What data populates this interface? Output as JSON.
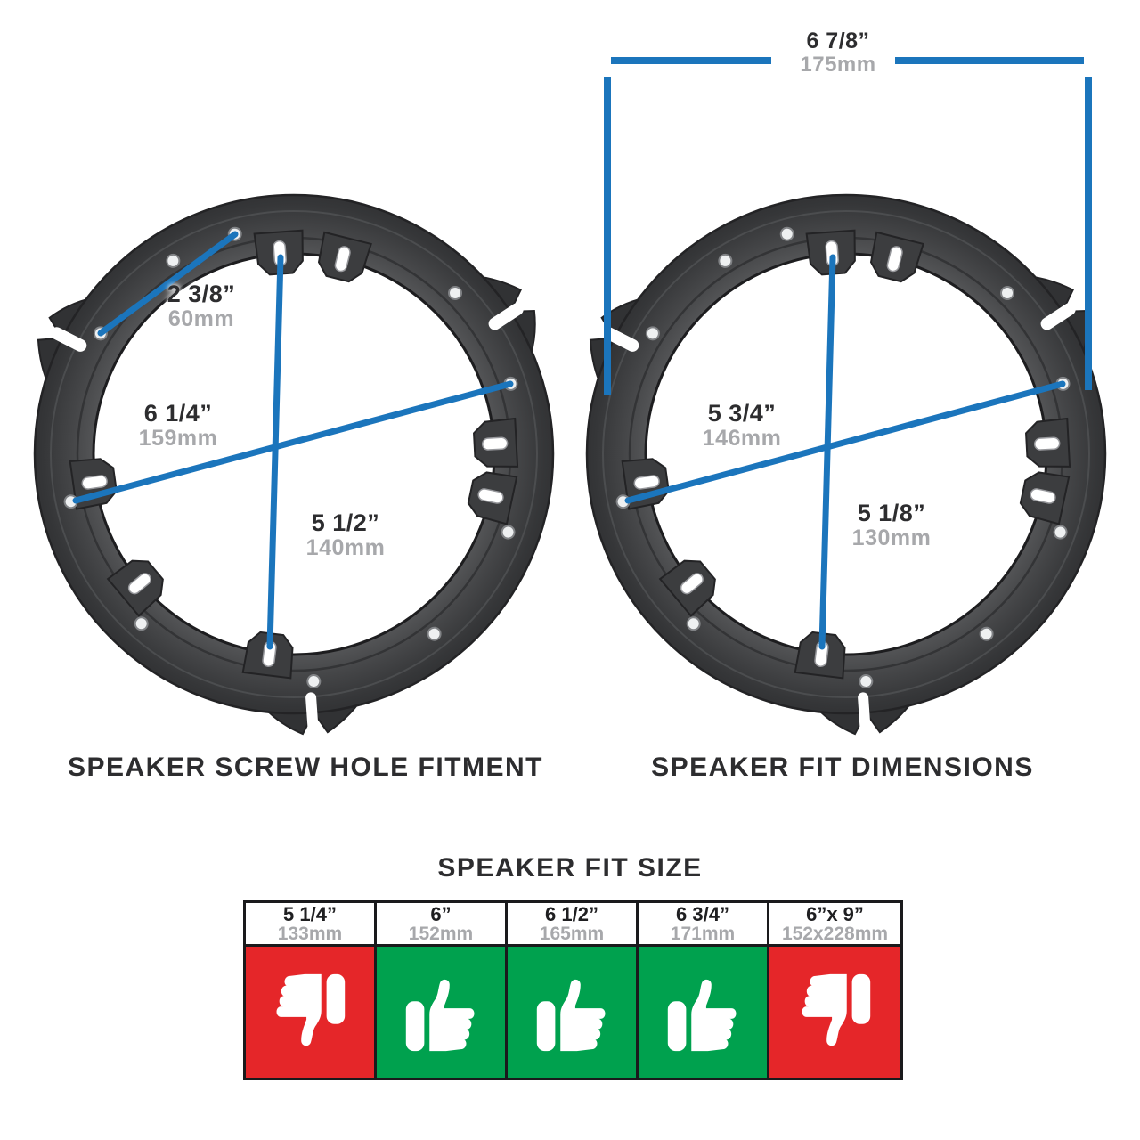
{
  "figures": {
    "left": {
      "caption": "SPEAKER SCREW HOLE FITMENT",
      "dims": [
        {
          "label": "screw-span-small",
          "inch": "2 3/8”",
          "mm": "60mm"
        },
        {
          "label": "screw-span-wide",
          "inch": "6 1/4”",
          "mm": "159mm"
        },
        {
          "label": "screw-span-tall",
          "inch": "5 1/2”",
          "mm": "140mm"
        }
      ]
    },
    "right": {
      "caption": "SPEAKER FIT DIMENSIONS",
      "overall_width": {
        "inch": "6 7/8”",
        "mm": "175mm"
      },
      "dims": [
        {
          "label": "fit-span-wide",
          "inch": "5 3/4”",
          "mm": "146mm"
        },
        {
          "label": "fit-span-tall",
          "inch": "5 1/8”",
          "mm": "130mm"
        }
      ]
    }
  },
  "fit_table": {
    "title": "SPEAKER FIT SIZE",
    "columns": [
      {
        "inch": "5 1/4”",
        "mm": "133mm",
        "fit": false
      },
      {
        "inch": "6”",
        "mm": "152mm",
        "fit": true
      },
      {
        "inch": "6 1/2”",
        "mm": "165mm",
        "fit": true
      },
      {
        "inch": "6 3/4”",
        "mm": "171mm",
        "fit": true
      },
      {
        "inch": "6”x 9”",
        "mm": "152x228mm",
        "fit": false
      }
    ]
  },
  "colors": {
    "blue": "#1b75bc",
    "red": "#e52629",
    "green": "#00a14e",
    "gray": "#a7a8ab",
    "ink": "#2d2d2f"
  }
}
